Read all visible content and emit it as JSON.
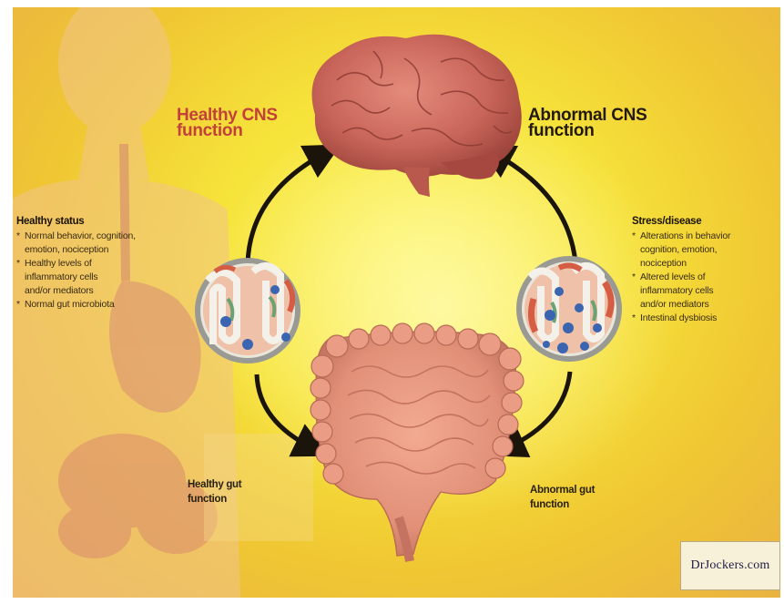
{
  "labels": {
    "healthy_cns": "Healthy CNS function",
    "abnormal_cns": "Abnormal CNS function",
    "healthy_gut_line1": "Healthy gut",
    "healthy_gut_line2": "function",
    "abnormal_gut_line1": "Abnormal gut",
    "abnormal_gut_line2": "function"
  },
  "healthy_status": {
    "heading": "Healthy status",
    "points": [
      "Normal behavior, cognition,\nemotion, nociception",
      "Healthy levels of\ninflammatory cells\nand/or mediators",
      "Normal gut microbiota"
    ]
  },
  "stress_disease": {
    "heading": "Stress/disease",
    "points": [
      "Alterations in behavior\ncognition, emotion,\nnociception",
      "Altered levels of\ninflammatory cells\nand/or mediators",
      "Intestinal dysbiosis"
    ]
  },
  "watermark": "DrJockers.com",
  "colors": {
    "healthy_cns": "#c2413a",
    "abnormal_cns": "#231a0d",
    "arrow": "#1b140b",
    "background": "#f6e33a"
  }
}
